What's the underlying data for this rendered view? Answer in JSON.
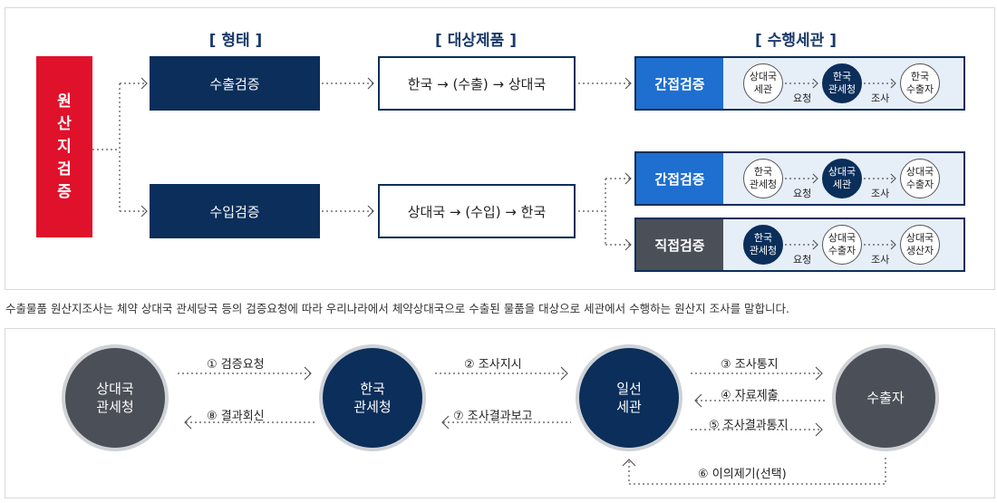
{
  "headers": {
    "form": "[ 형태 ]",
    "target": "[ 대상제품 ]",
    "customs": "[ 수행세관 ]"
  },
  "origin": [
    "원",
    "산",
    "지",
    "검",
    "증"
  ],
  "row_export": {
    "type": "수출검증",
    "flow": "한국 → (수출) → 상대국",
    "proc_label": "간접검증",
    "nodes": [
      [
        "상대국",
        "세관"
      ],
      [
        "한국",
        "관세청"
      ],
      [
        "한국",
        "수출자"
      ]
    ],
    "edge1": "요청",
    "edge2": "조사"
  },
  "row_import": {
    "type": "수입검증",
    "flow": "상대국 → (수입) → 한국",
    "indirect": {
      "proc_label": "간접검증",
      "nodes": [
        [
          "한국",
          "관세청"
        ],
        [
          "상대국",
          "세관"
        ],
        [
          "상대국",
          "수출자"
        ]
      ],
      "edge1": "요청",
      "edge2": "조사"
    },
    "direct": {
      "proc_label": "직접검증",
      "nodes": [
        [
          "한국",
          "관세청"
        ],
        [
          "상대국",
          "수출자"
        ],
        [
          "상대국",
          "생산자"
        ]
      ],
      "edge1": "요청",
      "edge2": "조사"
    }
  },
  "description": "수출물품 원산지조사는 체약 상대국 관세당국 등의 검증요청에 따라 우리나라에서 체약상대국으로 수출된 물품을 대상으로 세관에서 수행하는 원산지 조사를 말합니다.",
  "flow": {
    "nodes": [
      [
        "상대국",
        "관세청"
      ],
      [
        "한국",
        "관세청"
      ],
      [
        "일선",
        "세관"
      ],
      [
        "수출자"
      ]
    ],
    "steps": {
      "s1": "① 검증요청",
      "s2": "② 조사지시",
      "s3": "③ 조사통지",
      "s4": "④ 자료제출",
      "s5": "⑤ 조사결과통지",
      "s6": "⑥ 이의제기(선택)",
      "s7": "⑦ 조사결과보고",
      "s8": "⑧ 결과회신"
    }
  },
  "colors": {
    "red": "#e0112b",
    "navy": "#0b2e5a",
    "blue": "#1e6fd0",
    "gray": "#4b4f57"
  }
}
